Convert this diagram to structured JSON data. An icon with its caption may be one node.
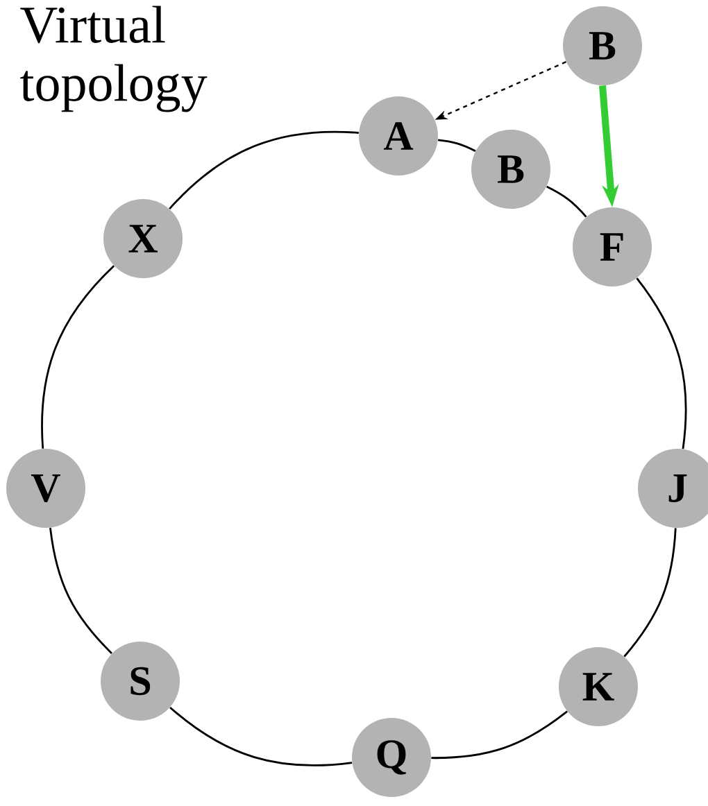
{
  "diagram": {
    "title": "Virtual topology",
    "nodes": [
      {
        "text": [
          "A"
        ]
      },
      {
        "text": [
          "B"
        ]
      },
      {
        "text": [
          "F"
        ]
      },
      {
        "text": [
          "J"
        ]
      },
      {
        "text": [
          "K"
        ]
      },
      {
        "text": [
          "Q"
        ]
      },
      {
        "text": [
          "S"
        ]
      },
      {
        "text": [
          "V"
        ]
      },
      {
        "text": [
          "X"
        ]
      },
      {
        "text": [
          "B"
        ]
      }
    ],
    "edges": [
      {
        "from": 0,
        "to": 1,
        "arrow": "none"
      },
      {
        "from": 1,
        "to": 2,
        "arrow": "none"
      },
      {
        "from": 2,
        "to": 3,
        "arrow": "none"
      },
      {
        "from": 3,
        "to": 4,
        "arrow": "none"
      },
      {
        "from": 4,
        "to": 5,
        "arrow": "none"
      },
      {
        "from": 5,
        "to": 6,
        "arrow": "none"
      },
      {
        "from": 6,
        "to": 7,
        "arrow": "none"
      },
      {
        "from": 7,
        "to": 8,
        "arrow": "none"
      },
      {
        "from": 8,
        "to": 0,
        "arrow": "none"
      },
      {
        "from": 9,
        "to": 0,
        "arrow": "to",
        "style": "dashed"
      },
      {
        "from": 9,
        "to": 2,
        "arrow": "to",
        "style": "thick",
        "color": "#33cc33"
      }
    ]
  }
}
